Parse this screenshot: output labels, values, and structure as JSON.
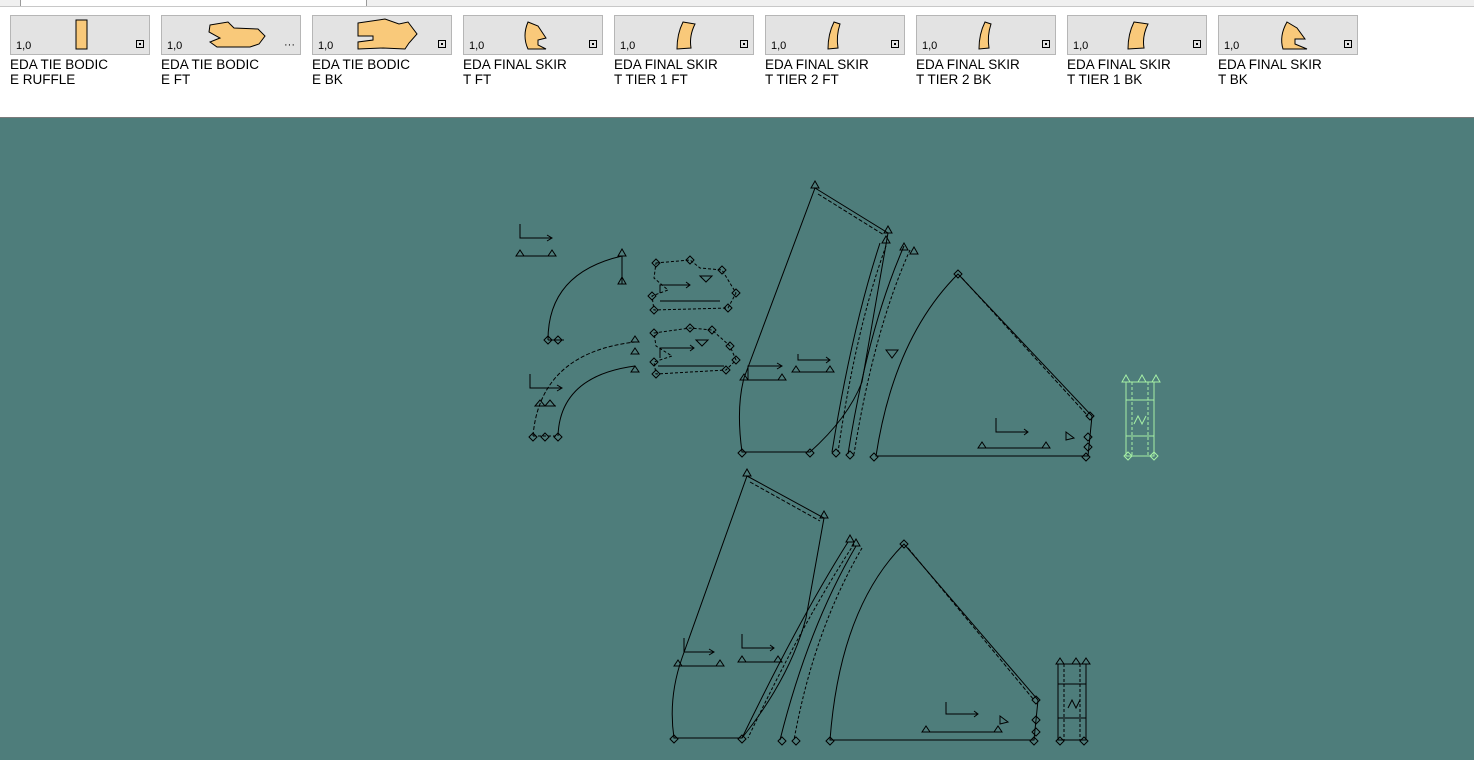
{
  "pieces": [
    {
      "name": "EDA TIE BODIC\nE RUFFLE",
      "qty": "1,0",
      "mark": "box",
      "shape": "ruffle-shape-icon"
    },
    {
      "name": "EDA TIE BODIC\nE FT",
      "qty": "1,0",
      "mark": "ellipsis",
      "shape": "bodice-front-shape-icon"
    },
    {
      "name": "EDA TIE BODIC\nE BK",
      "qty": "1,0",
      "mark": "box",
      "shape": "bodice-back-shape-icon"
    },
    {
      "name": "EDA FINAL SKIR\nT FT",
      "qty": "1,0",
      "mark": "box",
      "shape": "skirt-front-shape-icon"
    },
    {
      "name": "EDA FINAL SKIR\nT TIER 1 FT",
      "qty": "1,0",
      "mark": "box",
      "shape": "skirt-tier-shape-icon"
    },
    {
      "name": "EDA FINAL SKIR\nT TIER 2 FT",
      "qty": "1,0",
      "mark": "box",
      "shape": "skirt-tier-shape-icon"
    },
    {
      "name": "EDA FINAL SKIR\nT TIER 2 BK",
      "qty": "1,0",
      "mark": "box",
      "shape": "skirt-tier-shape-icon"
    },
    {
      "name": "EDA FINAL SKIR\nT TIER 1 BK",
      "qty": "1,0",
      "mark": "box",
      "shape": "skirt-tier-shape-icon"
    },
    {
      "name": "EDA FINAL SKIR\nT BK",
      "qty": "1,0",
      "mark": "box",
      "shape": "skirt-back-shape-icon"
    }
  ],
  "colors": {
    "workspace": "#4e7d7b",
    "piece_fill": "#f9c97a",
    "outline": "#000000",
    "selected_piece": "#a6f0a6"
  }
}
